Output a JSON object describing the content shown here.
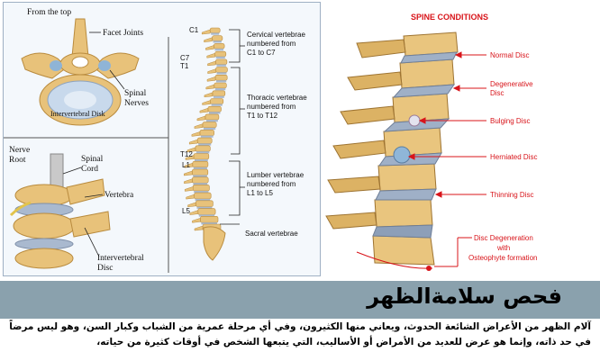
{
  "left_diagram": {
    "from_the_top": "From the top",
    "facet_joints": "Facet Joints",
    "spinal_nerves": [
      "Spinal",
      "Nerves"
    ],
    "intervertebral_disk": "Intervertebral Disk",
    "nerve_root": [
      "Nerve",
      "Root"
    ],
    "spinal_cord": [
      "Spinal",
      "Cord"
    ],
    "vertebra": "Vertebra",
    "intervertebral_disc": [
      "Intervertebral",
      "Disc"
    ],
    "level_labels": {
      "c1": "C1",
      "c7": "C7",
      "t1": "T1",
      "t12": "T12",
      "l1": "L1",
      "l5": "L5"
    },
    "cervical": [
      "Cervical vertebrae",
      "numbered from",
      "C1 to C7"
    ],
    "thoracic": [
      "Thoracic vertebrae",
      "numbered from",
      "T1 to T12"
    ],
    "lumbar": [
      "Lumber vertebrae",
      "numbered from",
      "L1 to L5"
    ],
    "sacral": "Sacral vertebrae"
  },
  "right_diagram": {
    "title": "SPINE CONDITIONS",
    "conditions": {
      "normal": "Normal Disc",
      "degenerative": [
        "Degenerative",
        "Disc"
      ],
      "bulging": "Bulging Disc",
      "herniated": "Herniated Disc",
      "thinning": "Thinning Disc",
      "degeneration": [
        "Disc Degeneration",
        "with",
        "Osteophyte formation"
      ]
    }
  },
  "banner": {
    "title": "فحص سلامةالظهر"
  },
  "body": {
    "line1": "آلام الظهر من الأعراض الشائعة الحدوث، ويعاني منها الكثيرون، وفي أي مرحلة عمرية من الشباب وكبار السن، وهو ليس مرضاً",
    "line2": "في حد ذاته، وإنما هو عرض للعديد من الأمراض أو الأساليب، التي يتبعها الشخص في أوقات كثيرة من حياته،"
  },
  "colors": {
    "bone": "#e8c27a",
    "bone_dark": "#b98b3e",
    "disc": "#a9b9cf",
    "accent_red": "#d8141a",
    "banner": "#8aa1ad"
  }
}
